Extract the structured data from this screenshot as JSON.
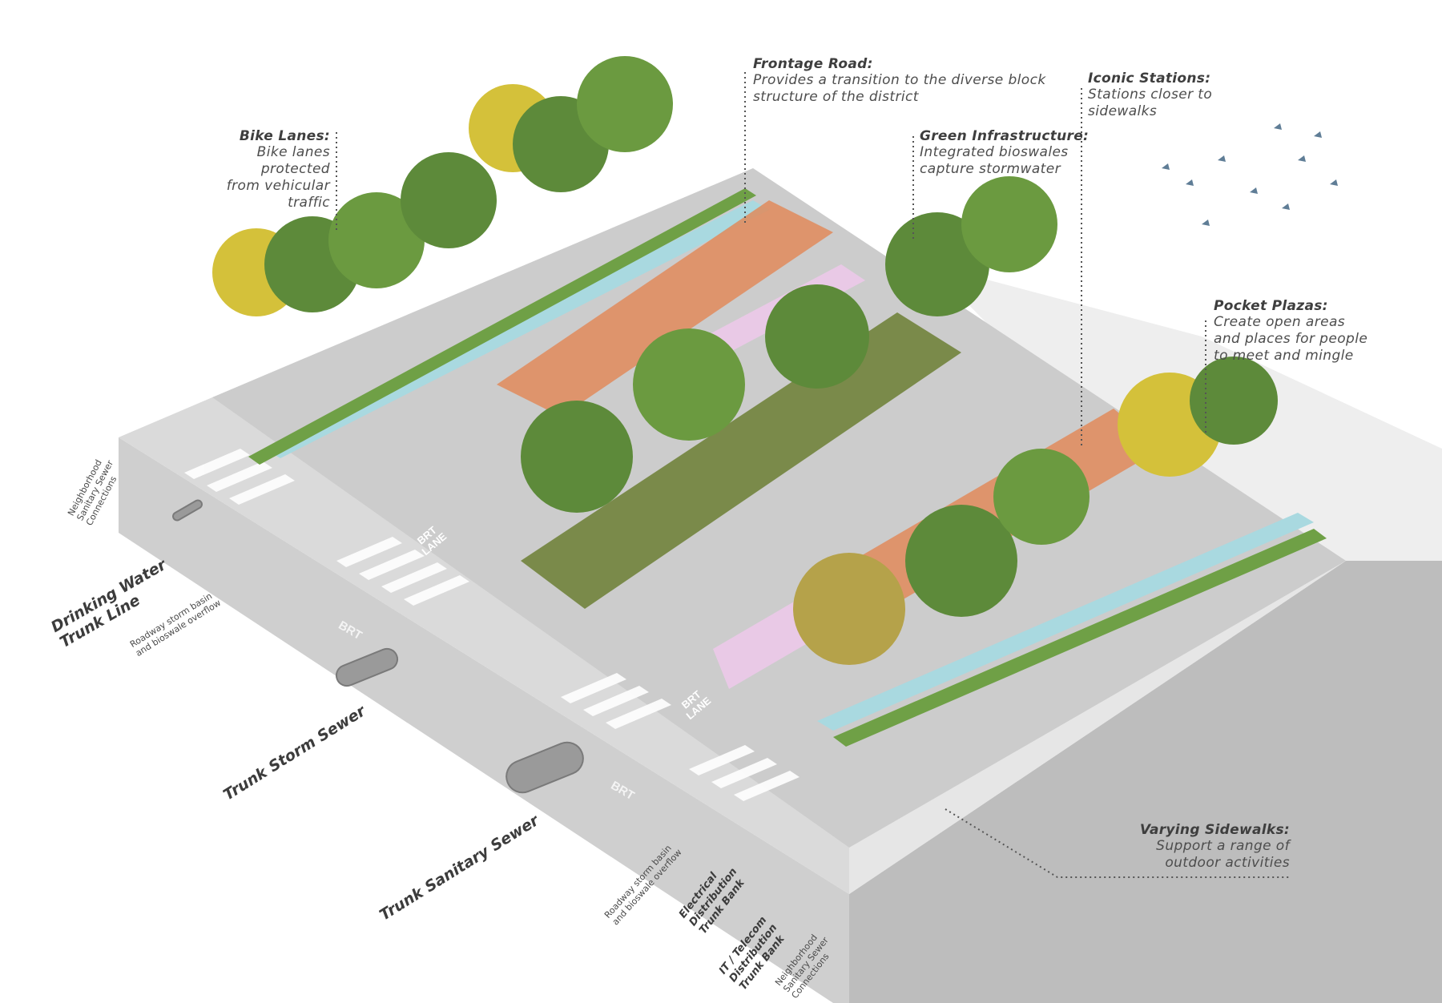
{
  "callouts": {
    "bike_lanes": {
      "title": "Bike Lanes:",
      "body": "Bike lanes protected\nfrom vehicular traffic"
    },
    "frontage_road": {
      "title": "Frontage Road:",
      "body": "Provides a transition to the diverse block\nstructure of the district"
    },
    "green_infrastructure": {
      "title": "Green Infrastructure:",
      "body": "Integrated bioswales\ncapture stormwater"
    },
    "iconic_stations": {
      "title": "Iconic Stations:",
      "body": "Stations closer to\nsidewalks"
    },
    "pocket_plazas": {
      "title": "Pocket Plazas:",
      "body": "Create open areas\nand places for people\nto meet and mingle"
    },
    "varying_sidewalks": {
      "title": "Varying Sidewalks:",
      "body": "Support a range of\noutdoor activities"
    }
  },
  "underground": {
    "neighborhood_sewer_left": "Neighborhood\nSanitary Sewer\nConnections",
    "drinking_water": "Drinking Water\nTrunk Line",
    "storm_basin_left": "Roadway storm basin\nand bioswale overflow",
    "trunk_storm": "Trunk Storm Sewer",
    "trunk_sanitary": "Trunk Sanitary Sewer",
    "storm_basin_right": "Roadway storm basin\nand bioswale overflow",
    "electrical": "Electrical\nDistribution\nTrunk Bank",
    "it_telecom": "IT / Telecom\nDistribution\nTrunk Bank",
    "neighborhood_sewer_right": "Neighborhood\nSanitary Sewer\nConnections"
  },
  "road_markings": {
    "brt_lane_1": "BRT\nLANE",
    "brt_lane_2": "BRT\nLANE",
    "brt_side_1": "BRT",
    "brt_side_2": "BRT"
  },
  "colors": {
    "tree_green": "#5d8a3a",
    "autumn": "#d4c13a",
    "canopy": "#e08a5a",
    "bus": "#e9c9e6",
    "water": "#a9d9e0",
    "birds": "#5f7d96"
  }
}
